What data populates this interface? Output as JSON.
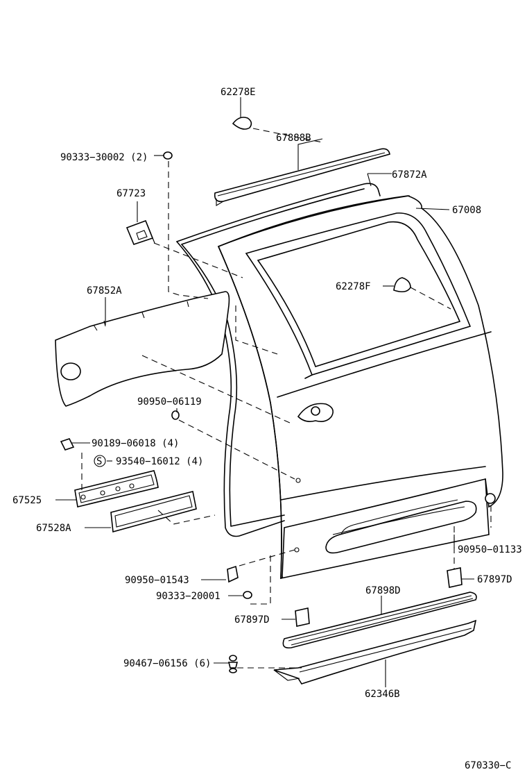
{
  "labels": {
    "p62278E": "62278E",
    "p67888B": "67888B",
    "p90333_30002": "90333−30002 (2)",
    "p67872A": "67872A",
    "p67723": "67723",
    "p67008": "67008",
    "p67852A": "67852A",
    "p62278F": "62278F",
    "p90950_06119": "90950−06119",
    "p90189_06018": "90189−06018 (4)",
    "p93540_16012": "93540−16012 (4)",
    "s_mark": "S",
    "p67525": "67525",
    "p67528A": "67528A",
    "p90950_01133": "90950−01133",
    "p90950_01543": "90950−01543",
    "p67897D_right": "67897D",
    "p90333_20001": "90333−20001",
    "p67898D": "67898D",
    "p67897D_left": "67897D",
    "p90467_06156": "90467−06156 (6)",
    "p62346B": "62346B",
    "figure_code": "670330−C"
  }
}
